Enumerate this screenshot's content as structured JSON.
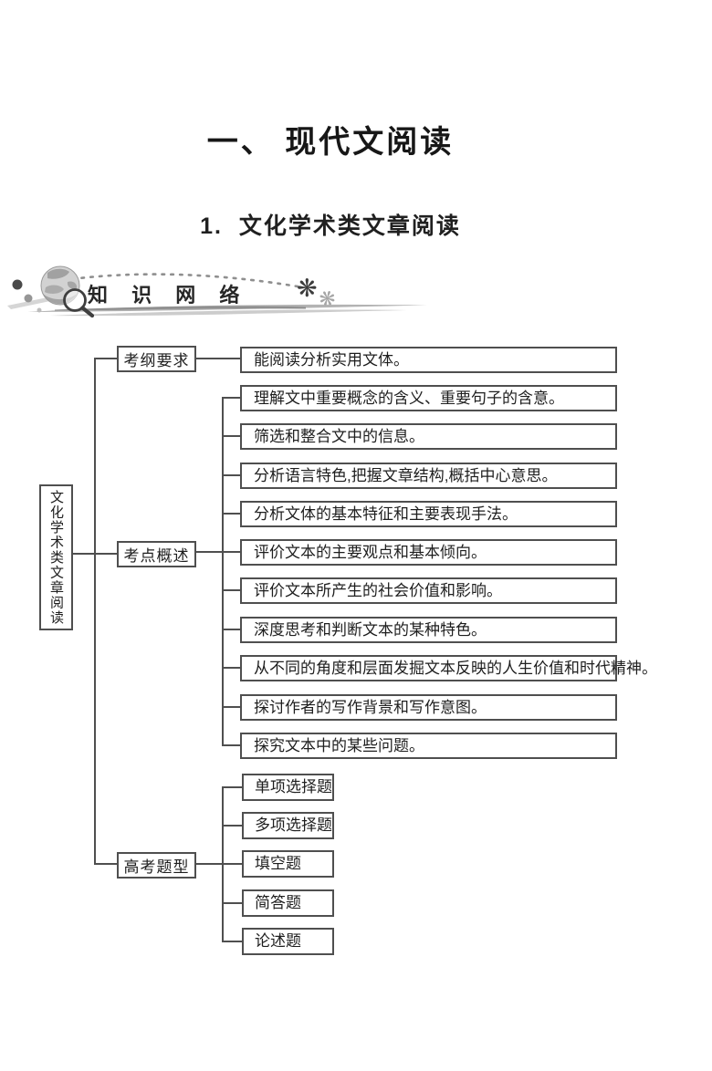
{
  "page": {
    "title": "一、 现代文阅读",
    "subtitle": "1.  文化学术类文章阅读"
  },
  "banner": {
    "label": "知 识 网 络",
    "flower_dark": "❋",
    "flower_light": "❋",
    "icon": "globe-with-magnifier"
  },
  "diagram": {
    "root": "文化学术类文章阅读",
    "branches": [
      {
        "label": "考纲要求",
        "items": [
          "能阅读分析实用文体。"
        ]
      },
      {
        "label": "考点概述",
        "items": [
          "理解文中重要概念的含义、重要句子的含意。",
          "筛选和整合文中的信息。",
          "分析语言特色,把握文章结构,概括中心意思。",
          "分析文体的基本特征和主要表现手法。",
          "评价文本的主要观点和基本倾向。",
          "评价文本所产生的社会价值和影响。",
          "深度思考和判断文本的某种特色。",
          "从不同的角度和层面发掘文本反映的人生价值和时代精神。",
          "探讨作者的写作背景和写作意图。",
          "探究文本中的某些问题。"
        ]
      },
      {
        "label": "高考题型",
        "items": [
          "单项选择题",
          "多项选择题",
          "填空题",
          "简答题",
          "论述题"
        ]
      }
    ]
  },
  "colors": {
    "line": "#4f4f4f",
    "text": "#1e1e1e"
  }
}
